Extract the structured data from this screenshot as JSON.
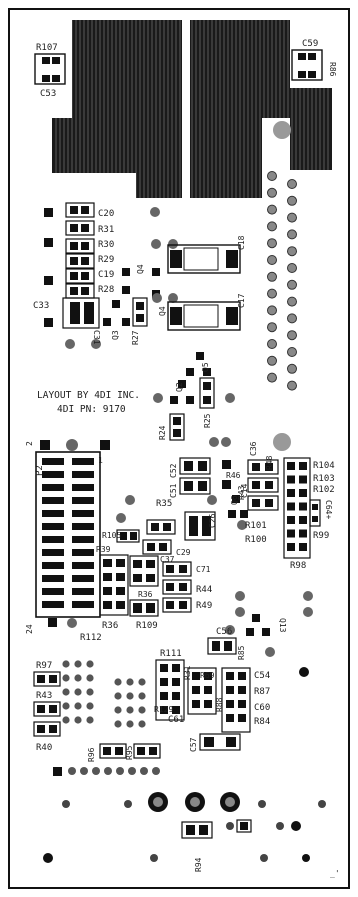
{
  "board": {
    "credit_line1": "LAYOUT BY 4DI INC.",
    "credit_line2": "4DI PN: 9170",
    "corner_mark": "_'"
  },
  "connector_p2": {
    "name": "P2",
    "pin_first": "2",
    "pin_one": "1",
    "pin_last": "24"
  },
  "components": {
    "R107": "R107",
    "C53": "C53",
    "C59": "C59",
    "R86": "R86",
    "C20": "C20",
    "R31": "R31",
    "R30": "R30",
    "R29": "R29",
    "C19": "C19",
    "R28": "R28",
    "C33": "C33",
    "C31": "C31",
    "Q3": "Q3",
    "Q4a": "Q4",
    "Q4b": "Q4",
    "R27": "R27",
    "C18": "C18",
    "C17": "C17",
    "Q5": "Q5",
    "Q2": "Q2",
    "R25": "R25",
    "R24": "R24",
    "C36": "C36",
    "R46": "R46",
    "R48": "R48",
    "C14": "C14",
    "R104": "R104",
    "R103": "R103",
    "R102": "R102",
    "C64": "C64+",
    "R101": "R101",
    "R100": "R100",
    "R99": "R99",
    "R98": "R98",
    "C52": "C52",
    "C51": "C51",
    "Q6": "Q6",
    "R43": "R43",
    "R35": "R35",
    "C26": "C26",
    "R105": "R105",
    "R39": "R39",
    "C29": "C29",
    "C37": "C37",
    "C71": "C71",
    "R36a": "R36",
    "R44": "R44",
    "R49": "R49",
    "R36b": "R36",
    "R109": "R109",
    "R112": "R112",
    "Q13": "Q13",
    "C56": "C56",
    "R111": "R111",
    "R85": "R85",
    "R69": "R69",
    "R31b": "R31",
    "C54": "C54",
    "R87": "R87",
    "C60": "C60",
    "R129": "R129",
    "R88": "R88",
    "R84": "R84",
    "C61": "C61",
    "R97": "R97",
    "R43b": "R43",
    "R40": "R40",
    "R96": "R96",
    "R95": "R95",
    "C57": "C57",
    "R94": "R94"
  }
}
